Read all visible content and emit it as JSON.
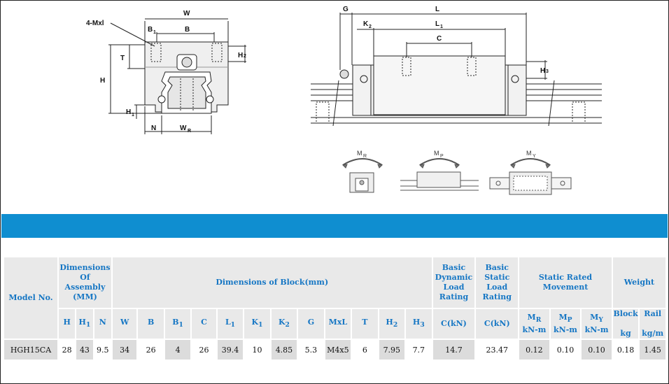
{
  "diagram": {
    "labels": {
      "mxl": "4-Mxl",
      "W": "W",
      "B1": "B",
      "B1_sub": "1",
      "B": "B",
      "T": "T",
      "H2": "H",
      "H2_sub": "2",
      "H": "H",
      "H1": "H",
      "H1_sub": "1",
      "N": "N",
      "WR": "W",
      "WR_sub": "R",
      "G": "G",
      "L": "L",
      "K2": "K",
      "K2_sub": "2",
      "L1": "L",
      "L1_sub": "1",
      "C": "C",
      "H3": "H",
      "H3_sub": "3"
    },
    "moments": [
      {
        "main": "M",
        "sub": "R"
      },
      {
        "main": "M",
        "sub": "P"
      },
      {
        "main": "M",
        "sub": "Y"
      }
    ]
  },
  "table": {
    "group_headers": {
      "model": "Model No.",
      "assembly": [
        "Dimensions",
        "Of Assembly",
        "(MM)"
      ],
      "block": "Dimensions of Block(mm)",
      "dynamic": [
        "Basic",
        "Dynamic",
        "Load",
        "Rating"
      ],
      "static": [
        "Basic",
        "Static",
        "Load",
        "Rating"
      ],
      "movement": [
        "Static Rated",
        "Movement"
      ],
      "weight": "Weight"
    },
    "columns": [
      {
        "main": "H",
        "sub": ""
      },
      {
        "main": "H",
        "sub": "1"
      },
      {
        "main": "N",
        "sub": ""
      },
      {
        "main": "W",
        "sub": ""
      },
      {
        "main": "B",
        "sub": ""
      },
      {
        "main": "B",
        "sub": "1"
      },
      {
        "main": "C",
        "sub": ""
      },
      {
        "main": "L",
        "sub": "1"
      },
      {
        "main": "K",
        "sub": "1"
      },
      {
        "main": "K",
        "sub": "2"
      },
      {
        "main": "G",
        "sub": ""
      },
      {
        "main": "MxL",
        "sub": ""
      },
      {
        "main": "T",
        "sub": ""
      },
      {
        "main": "H",
        "sub": "2"
      },
      {
        "main": "H",
        "sub": "3"
      },
      {
        "main": "C(kN)",
        "sub": ""
      },
      {
        "main": "C(kN)",
        "sub": ""
      },
      {
        "main": "M",
        "sub": "R",
        "unit": "kN-m"
      },
      {
        "main": "M",
        "sub": "P",
        "unit": "kN-m"
      },
      {
        "main": "M",
        "sub": "Y",
        "unit": "kN-m"
      },
      {
        "main": "Block",
        "sub": "",
        "unit": "kg"
      },
      {
        "main": "Rail",
        "sub": "",
        "unit": "kg/m"
      }
    ],
    "row": {
      "model": "HGH15CA",
      "values": [
        "28",
        "43",
        "9.5",
        "34",
        "26",
        "4",
        "26",
        "39.4",
        "10",
        "4.85",
        "5.3",
        "M4x5",
        "6",
        "7.95",
        "7.7",
        "14.7",
        "23.47",
        "0.12",
        "0.10",
        "0.10",
        "0.18",
        "1.45"
      ]
    }
  }
}
